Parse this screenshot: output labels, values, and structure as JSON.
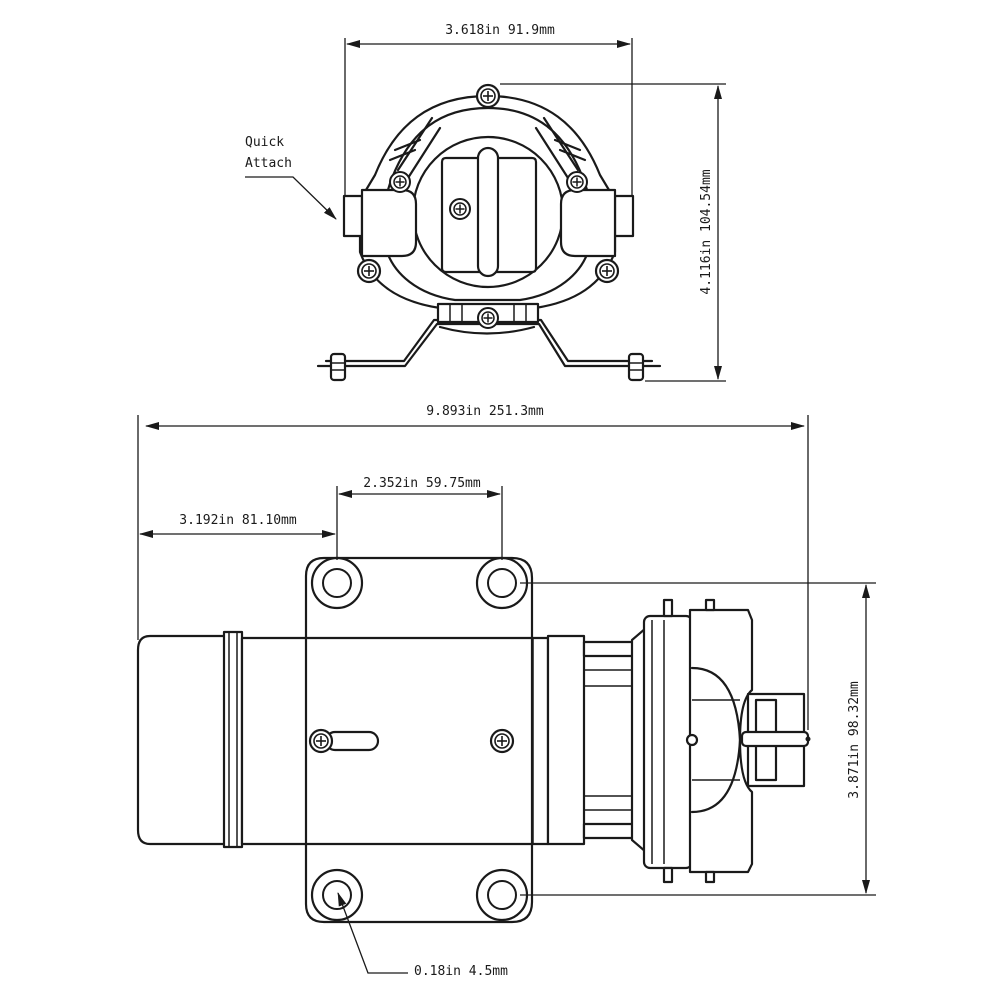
{
  "front_view": {
    "width_dim": "3.618in 91.9mm",
    "height_dim": "4.116in 104.54mm",
    "callout": {
      "line1": "Quick",
      "line2": "Attach"
    }
  },
  "side_view": {
    "overall_length_dim": "9.893in 251.3mm",
    "offset_dim": "3.192in 81.10mm",
    "hole_spacing_dim": "2.352in 59.75mm",
    "height_dim": "3.871in 98.32mm",
    "hole_diameter_dim": "0.18in 4.5mm"
  },
  "icons": {
    "screw": "phillips-screw-icon",
    "mount_hole": "mounting-hole-icon",
    "arrow": "dimension-arrow-icon"
  },
  "colors": {
    "line": "#1a1a1a",
    "background": "#ffffff"
  }
}
